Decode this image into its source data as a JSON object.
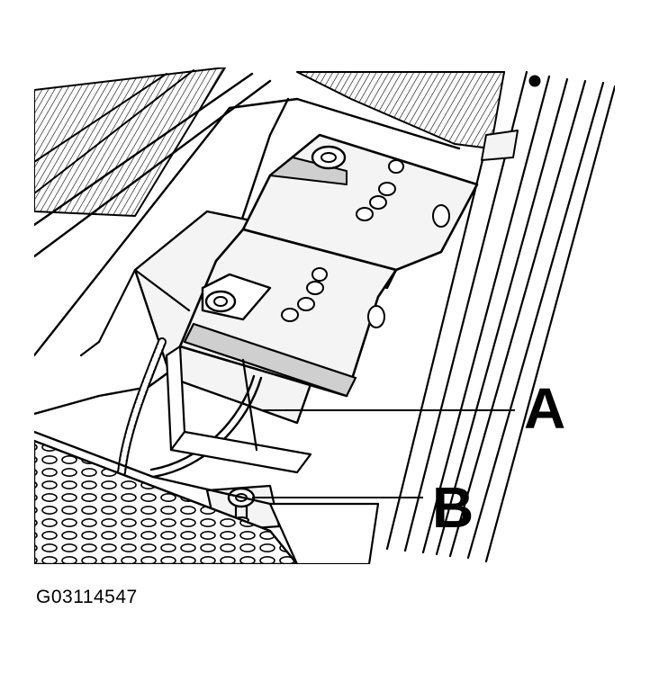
{
  "diagram": {
    "callouts": [
      {
        "key": "A",
        "label": "A"
      },
      {
        "key": "B",
        "label": "B"
      }
    ],
    "figure_id": "G03114547",
    "colors": {
      "line": "#000000",
      "fill_light": "#f4f4f4",
      "fill_mid": "#cfcfcf",
      "background": "#ffffff"
    },
    "icons": [
      "battery-icon",
      "battery-terminal-icon",
      "ground-bolt-icon"
    ]
  }
}
